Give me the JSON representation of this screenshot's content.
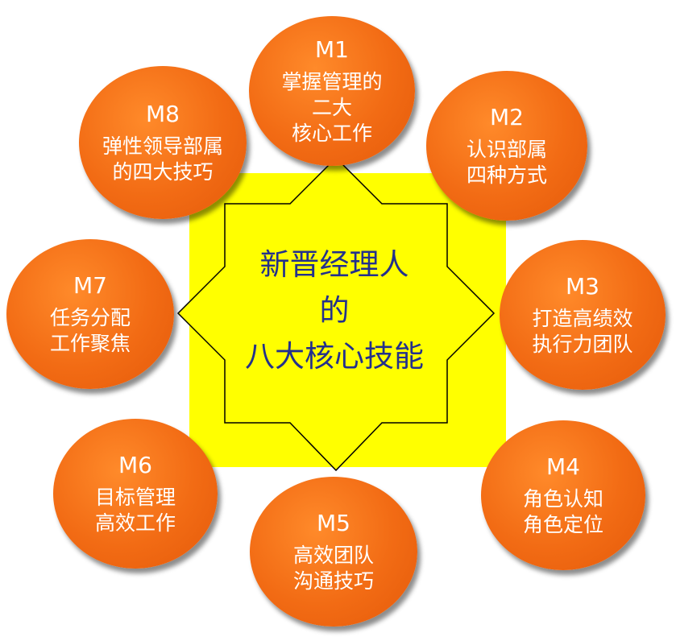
{
  "center": {
    "lines": [
      "新晋经理人",
      "的",
      "八大核心技能"
    ]
  },
  "colors": {
    "square": "#ffff00",
    "star_fill": "#ffff00",
    "star_stroke": "#000000",
    "center_text": "#23308c",
    "circle": "#f26b14",
    "circle_text": "#ffffff"
  },
  "modules": [
    {
      "code": "M1",
      "lines": [
        "掌握管理的",
        "二大",
        "核心工作"
      ]
    },
    {
      "code": "M2",
      "lines": [
        "认识部属",
        "四种方式"
      ]
    },
    {
      "code": "M3",
      "lines": [
        "打造高绩效",
        "执行力团队"
      ]
    },
    {
      "code": "M4",
      "lines": [
        "角色认知",
        "角色定位"
      ]
    },
    {
      "code": "M5",
      "lines": [
        "高效团队",
        "沟通技巧"
      ]
    },
    {
      "code": "M6",
      "lines": [
        "目标管理",
        "高效工作"
      ]
    },
    {
      "code": "M7",
      "lines": [
        "任务分配",
        "工作聚焦"
      ]
    },
    {
      "code": "M8",
      "lines": [
        "弹性领导部属",
        "的四大技巧"
      ]
    }
  ]
}
